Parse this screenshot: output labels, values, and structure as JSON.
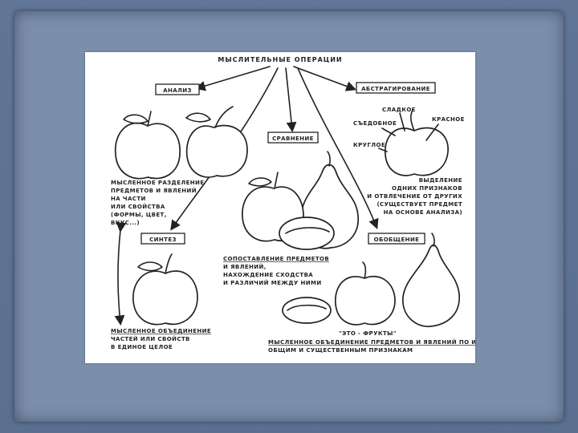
{
  "diagram": {
    "title": "МЫСЛИТЕЛЬНЫЕ ОПЕРАЦИИ",
    "nodes": {
      "analysis": "АНАЛИЗ",
      "abstraction": "АБСТРАГИРОВАНИЕ",
      "comparison": "СРАВНЕНИЕ",
      "synthesis": "СИНТЕЗ",
      "generalization": "ОБОБЩЕНИЕ"
    },
    "analysis_text": [
      "МЫСЛЕННОЕ РАЗДЕЛЕНИЕ",
      "ПРЕДМЕТОВ И ЯВЛЕНИЙ",
      "НА ЧАСТИ",
      "ИЛИ СВОЙСТВА",
      "(ФОРМЫ, ЦВЕТ,",
      "ВКУС...)"
    ],
    "abstraction_labels": {
      "sweet": "СЛАДКОЕ",
      "red": "КРАСНОЕ",
      "edible": "СЪЕДОБНОЕ",
      "round": "КРУГЛОЕ"
    },
    "abstraction_text": [
      "ВЫДЕЛЕНИЕ",
      "ОДНИХ ПРИЗНАКОВ",
      "И ОТВЛЕЧЕНИЕ ОТ ДРУГИХ",
      "(СУЩЕСТВУЕТ ПРЕДМЕТ",
      "НА ОСНОВЕ АНАЛИЗА)"
    ],
    "comparison_text": [
      "СОПОСТАВЛЕНИЕ ПРЕДМЕТОВ",
      "И ЯВЛЕНИЙ,",
      "НАХОЖДЕНИЕ СХОДСТВА",
      "И РАЗЛИЧИЙ МЕЖДУ НИМИ"
    ],
    "synthesis_text": [
      "МЫСЛЕННОЕ ОБЪЕДИНЕНИЕ",
      "ЧАСТЕЙ ИЛИ СВОЙСТВ",
      "В ЕДИНОЕ ЦЕЛОЕ"
    ],
    "fruits_quote": "\"ЭТО - ФРУКТЫ\"",
    "generalization_text": [
      "МЫСЛЕННОЕ ОБЪЕДИНЕНИЕ ПРЕДМЕТОВ И ЯВЛЕНИЙ ПО ИХ",
      "ОБЩИМ И СУЩЕСТВЕННЫМ ПРИЗНАКАМ"
    ]
  }
}
